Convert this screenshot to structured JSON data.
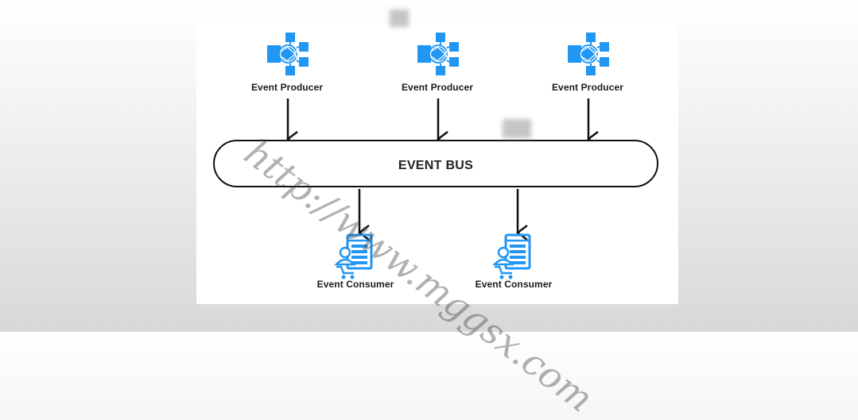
{
  "diagram": {
    "bus": {
      "label": "EVENT BUS"
    },
    "producers": [
      {
        "label": "Event Producer",
        "icon": "network-hub-icon"
      },
      {
        "label": "Event Producer",
        "icon": "network-hub-icon"
      },
      {
        "label": "Event Producer",
        "icon": "network-hub-icon"
      }
    ],
    "consumers": [
      {
        "label": "Event Consumer",
        "icon": "server-user-cart-icon"
      },
      {
        "label": "Event Consumer",
        "icon": "server-user-cart-icon"
      }
    ],
    "edges": [
      {
        "from": "producer-1",
        "to": "event-bus"
      },
      {
        "from": "producer-2",
        "to": "event-bus"
      },
      {
        "from": "producer-3",
        "to": "event-bus"
      },
      {
        "from": "event-bus",
        "to": "consumer-1"
      },
      {
        "from": "event-bus",
        "to": "consumer-2"
      }
    ]
  },
  "watermark": {
    "text": "http://www.mggsx.com"
  },
  "colors": {
    "icon_blue": "#2196f3",
    "line": "#111111",
    "text": "#1c1c1c"
  }
}
